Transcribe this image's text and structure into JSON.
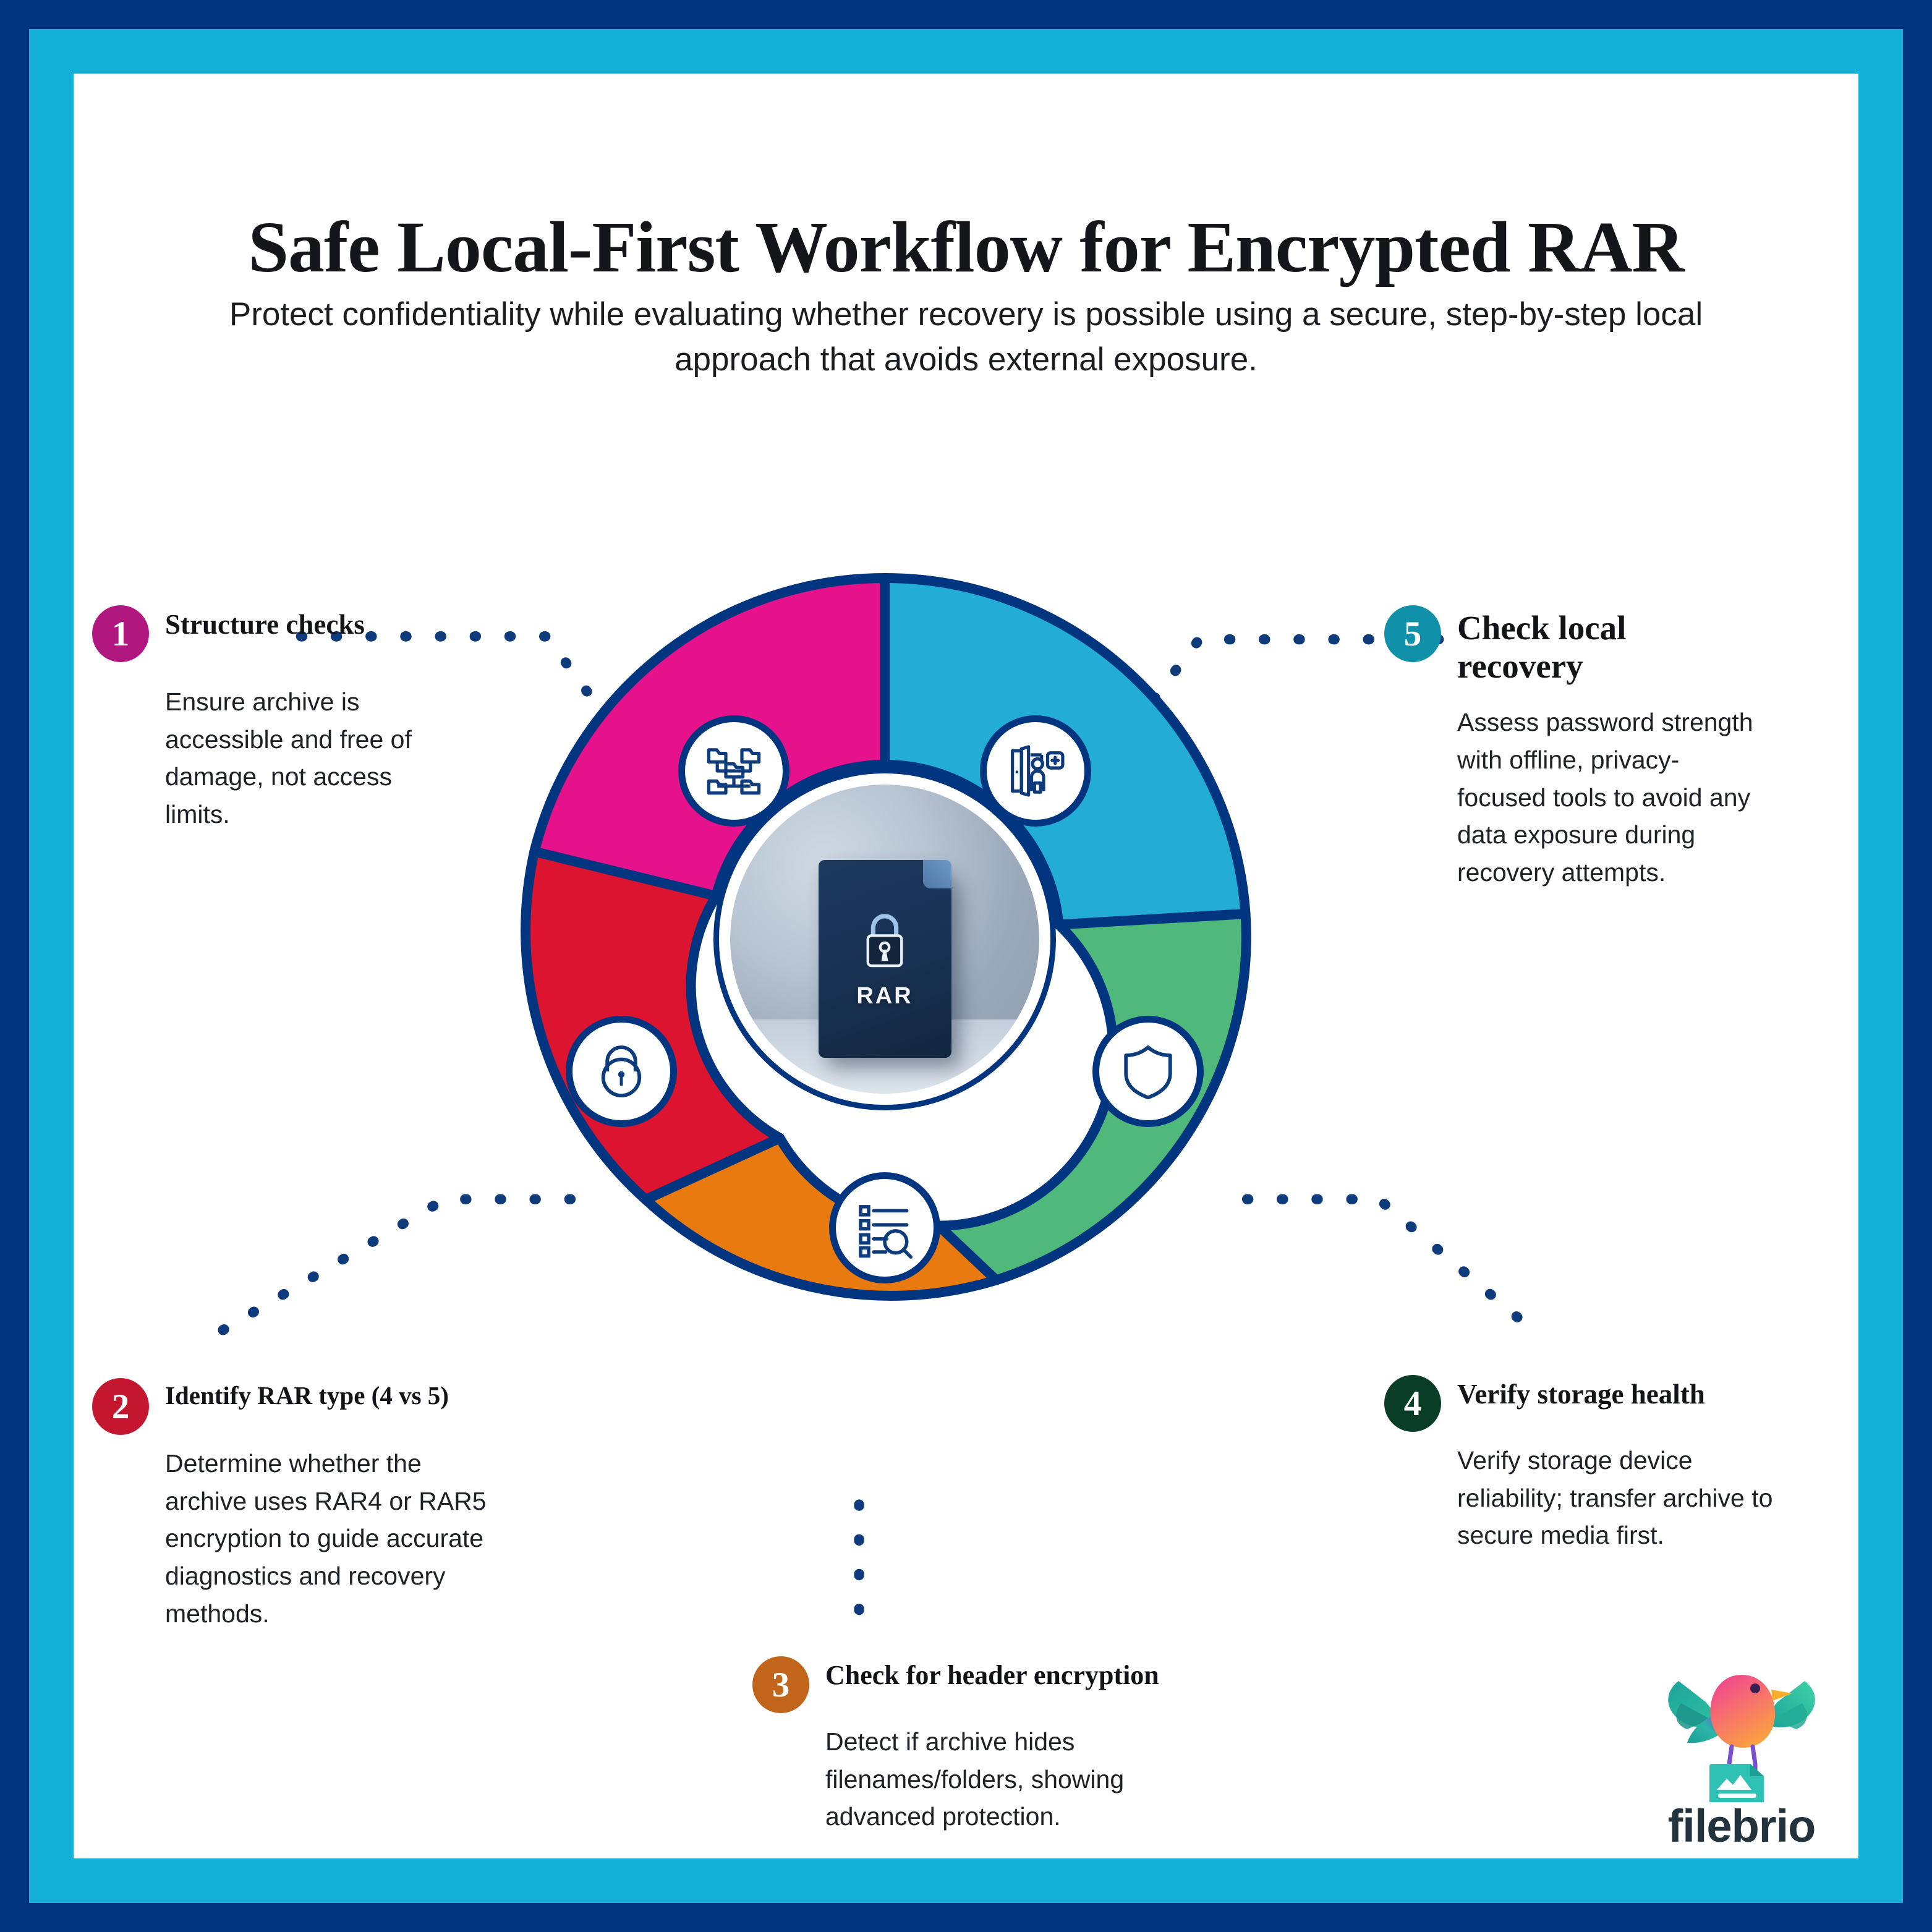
{
  "frame": {
    "outer_color": "#02357F",
    "inner_color": "#12AFD6"
  },
  "header": {
    "title": "Safe Local-First Workflow for Encrypted RAR",
    "subtitle": "Protect confidentiality while evaluating whether recovery is possible using a secure, step-by-step local approach that avoids external exposure."
  },
  "center": {
    "file_label": "RAR",
    "icon": "lock-icon"
  },
  "steps": [
    {
      "number": "1",
      "title": "Structure checks",
      "body": "Ensure archive is accessible and free of damage, not access limits.",
      "color": "#B0187F",
      "segment_color": "#E5128C",
      "icon": "folder-tree-icon"
    },
    {
      "number": "2",
      "title": "Identify RAR type (4 vs 5)",
      "body": "Determine whether the archive uses RAR4 or RAR5 encryption to guide accurate diagnostics and recovery methods.",
      "color": "#C4172F",
      "segment_color": "#DC1430",
      "icon": "padlock-icon"
    },
    {
      "number": "3",
      "title": "Check for header encryption",
      "body": "Detect if archive hides filenames/folders, showing advanced protection.",
      "color": "#C1651A",
      "segment_color": "#E87A10",
      "icon": "list-search-icon"
    },
    {
      "number": "4",
      "title": "Verify storage health",
      "body": "Verify storage device reliability; transfer archive to secure media first.",
      "color": "#0A3D27",
      "segment_color": "#4FB97C",
      "icon": "shield-icon"
    },
    {
      "number": "5",
      "title": "Check local recovery",
      "body": "Assess password strength with offline, privacy-focused tools to avoid any data exposure during recovery attempts.",
      "color": "#1190AA",
      "segment_color": "#23ADD6",
      "icon": "door-person-plus-icon"
    }
  ],
  "brand": {
    "name": "filebrio",
    "mark": "bird-on-file-icon"
  }
}
